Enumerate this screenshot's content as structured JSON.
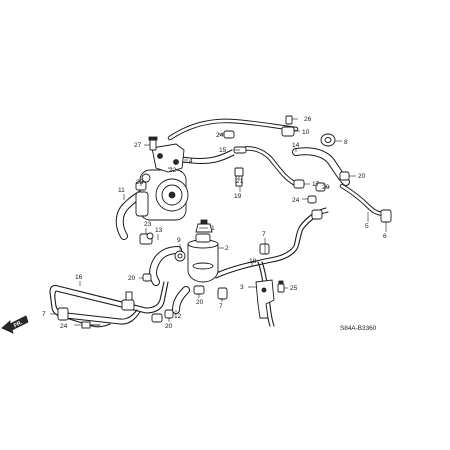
{
  "diagram": {
    "code": "S84A-B3360",
    "direction_label": "FR.",
    "callouts": [
      {
        "id": "c1",
        "label": "1"
      },
      {
        "id": "c2",
        "label": "2"
      },
      {
        "id": "c3",
        "label": "3"
      },
      {
        "id": "c4",
        "label": "4"
      },
      {
        "id": "c5",
        "label": "5"
      },
      {
        "id": "c6",
        "label": "6"
      },
      {
        "id": "c7a",
        "label": "7"
      },
      {
        "id": "c7b",
        "label": "7"
      },
      {
        "id": "c7c",
        "label": "7"
      },
      {
        "id": "c8",
        "label": "8"
      },
      {
        "id": "c9",
        "label": "9"
      },
      {
        "id": "c10",
        "label": "10"
      },
      {
        "id": "c11",
        "label": "11"
      },
      {
        "id": "c12",
        "label": "12"
      },
      {
        "id": "c13",
        "label": "13"
      },
      {
        "id": "c14",
        "label": "14"
      },
      {
        "id": "c15",
        "label": "15"
      },
      {
        "id": "c16",
        "label": "16"
      },
      {
        "id": "c17",
        "label": "17"
      },
      {
        "id": "c18",
        "label": "18"
      },
      {
        "id": "c19",
        "label": "19"
      },
      {
        "id": "c20a",
        "label": "20"
      },
      {
        "id": "c20b",
        "label": "20"
      },
      {
        "id": "c20c",
        "label": "20"
      },
      {
        "id": "c20d",
        "label": "20"
      },
      {
        "id": "c20e",
        "label": "20"
      },
      {
        "id": "c21",
        "label": "21"
      },
      {
        "id": "c22",
        "label": "22"
      },
      {
        "id": "c23a",
        "label": "23"
      },
      {
        "id": "c23b",
        "label": "23"
      },
      {
        "id": "c24a",
        "label": "24"
      },
      {
        "id": "c24b",
        "label": "24"
      },
      {
        "id": "c24c",
        "label": "24"
      },
      {
        "id": "c25",
        "label": "25"
      },
      {
        "id": "c26",
        "label": "26"
      },
      {
        "id": "c27",
        "label": "27"
      }
    ]
  }
}
